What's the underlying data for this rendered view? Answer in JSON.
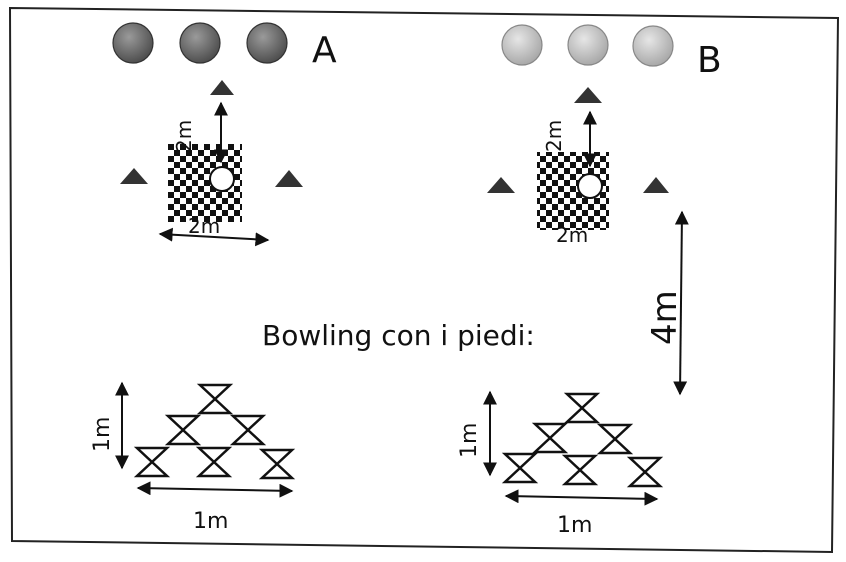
{
  "teams": [
    {
      "label": "A",
      "ball_color": "#6e6e6e"
    },
    {
      "label": "B",
      "ball_color": "#c9c9c9"
    }
  ],
  "pitch": {
    "distance_to_cone": "2m",
    "width": "2m"
  },
  "separation": "4m",
  "title": "Bowling con i piedi:",
  "pins": {
    "height": "1m",
    "width": "1m"
  },
  "colors": {
    "ink": "#111111",
    "frame": "#222222"
  }
}
